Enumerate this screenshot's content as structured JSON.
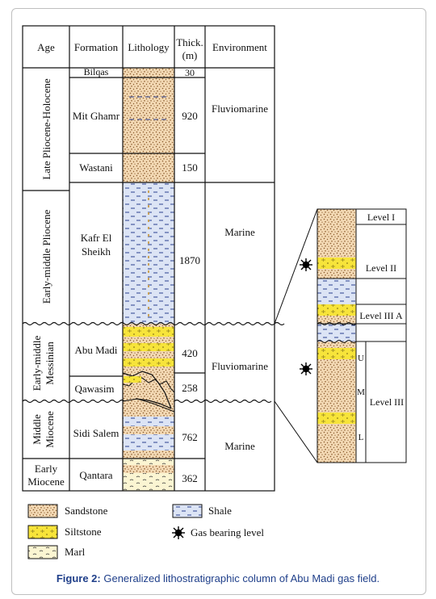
{
  "headers": {
    "age": "Age",
    "formation": "Formation",
    "lithology": "Lithology",
    "thick_1": "Thick.",
    "thick_2": "(m)",
    "environment": "Environment"
  },
  "ages": {
    "a1": "Late Pliocene-Holocene",
    "a2": "Early-middle Pliocene",
    "a3_1": "Early-middle",
    "a3_2": "Messinian",
    "a4_1": "Middle",
    "a4_2": "Miocene",
    "a5_1": "Early",
    "a5_2": "Miocene"
  },
  "formations": {
    "bilqas": "Bilqas",
    "mit_ghamr": "Mit Ghamr",
    "wastani": "Wastani",
    "kafr_1": "Kafr El",
    "kafr_2": "Sheikh",
    "abu_madi": "Abu Madi",
    "qawasim": "Qawasim",
    "sidi_salem": "Sidi Salem",
    "qantara": "Qantara"
  },
  "thickness": {
    "bilqas": "30",
    "mit_ghamr": "920",
    "wastani": "150",
    "kafr": "1870",
    "abu_madi": "420",
    "qawasim": "258",
    "sidi_salem": "762",
    "qantara": "362"
  },
  "environments": {
    "e1": "Fluviomarine",
    "e2": "Marine",
    "e3": "Fluviomarine",
    "e4": "Marine"
  },
  "levels": {
    "l1": "Level I",
    "l2": "Level II",
    "l3a": "Level III A",
    "l3": "Level III",
    "u": "U",
    "m": "M",
    "l": "L"
  },
  "legend": {
    "sandstone": "Sandstone",
    "shale": "Shale",
    "siltstone": "Siltstone",
    "gas": "Gas bearing level",
    "marl": "Marl"
  },
  "colors": {
    "sandstone": "#f3d9b4",
    "siltstone": "#f7e43a",
    "marl": "#fbf5d2",
    "shale": "#dce4f5"
  },
  "caption": {
    "label": "Figure 2:",
    "text": " Generalized lithostratigraphic column of Abu Madi gas field."
  }
}
